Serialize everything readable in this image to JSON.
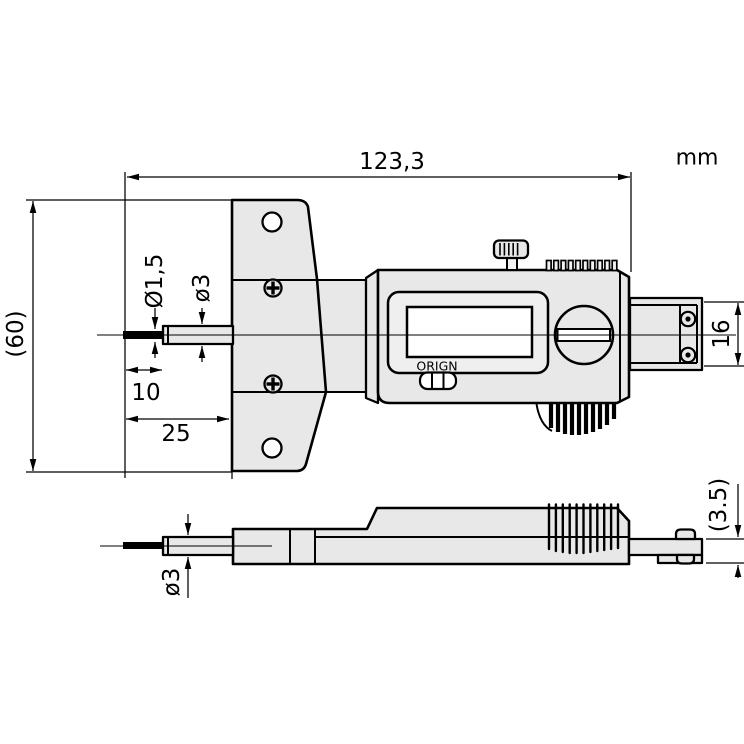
{
  "drawing": {
    "units_note": "mm",
    "dimensions": {
      "overall_length": "123,3",
      "overall_height": "(60)",
      "pin_diameter": "Ø1,5",
      "sleeve_diameter_top_view": "ø3",
      "pin_length": "10",
      "probe_projection": "25",
      "bar_width": "16",
      "sleeve_diameter_side_view": "ø3",
      "bar_thickness": "(3.5)"
    },
    "device_labels": {
      "origin_button": "ORIGN"
    },
    "colors": {
      "body_fill": "#e8e8e8",
      "bezel_fill": "#efefef",
      "line_color": "#000000",
      "background": "#ffffff"
    }
  }
}
